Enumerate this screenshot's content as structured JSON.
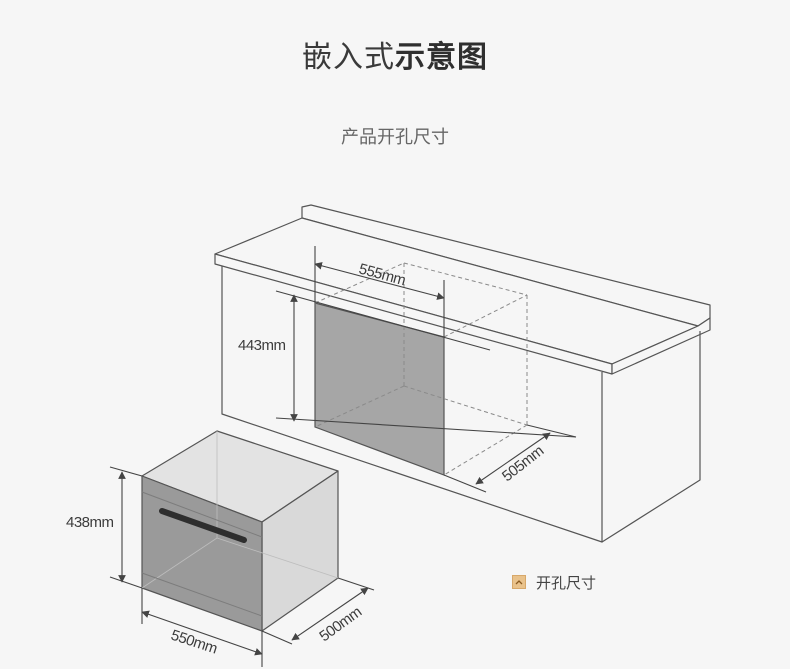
{
  "title": {
    "regular": "嵌入式",
    "bold": "示意图"
  },
  "subtitle": "产品开孔尺寸",
  "dimensions": {
    "cutout_width": "555mm",
    "cutout_height": "443mm",
    "cutout_depth": "505mm",
    "product_height": "438mm",
    "product_width": "550mm",
    "product_depth": "500mm"
  },
  "legend": {
    "label": "开孔尺寸",
    "icon": "chevron-up-icon",
    "swatch_color": "#e9c28b"
  },
  "colors": {
    "outline": "#555555",
    "cutout_fill": "#a6a6a6",
    "oven_front": "#9a9a9a",
    "oven_top": "#dcdcdc",
    "oven_side": "#cfcfcf"
  }
}
